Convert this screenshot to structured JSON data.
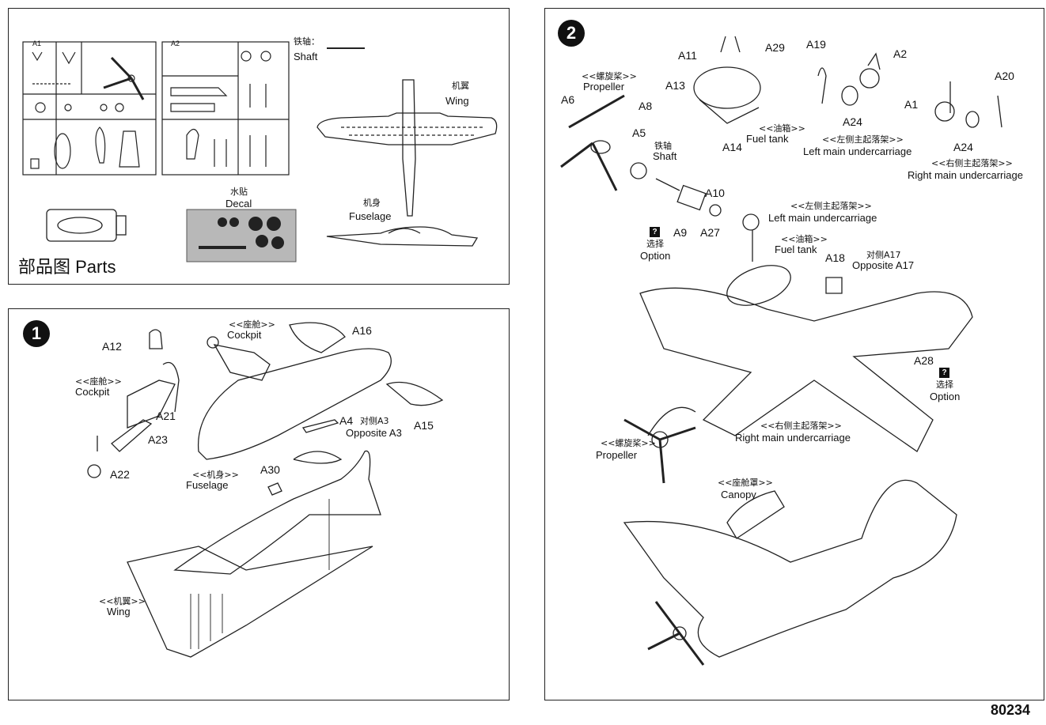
{
  "parts": {
    "title": "部品图 Parts",
    "sprue_a1": "A1",
    "sprue_a2": "A2",
    "shaft_cn": "铁轴：",
    "shaft_en": "Shaft",
    "wing_cn": "机翼",
    "wing_en": "Wing",
    "decal_cn": "水贴",
    "decal_en": "Decal",
    "fuselage_cn": "机身",
    "fuselage_en": "Fuselage"
  },
  "step1": {
    "number": "1",
    "a12": "A12",
    "cockpit_cn": "<<座舱>>",
    "cockpit_en": "Cockpit",
    "a21": "A21",
    "a23": "A23",
    "a22": "A22",
    "cockpit2_cn": "<<座舱>>",
    "cockpit2_en": "Cockpit",
    "a16": "A16",
    "a4": "A4",
    "opposite_cn": "对侧A3",
    "opposite_en": "Opposite A3",
    "a15": "A15",
    "fuselage_cn": "<<机身>>",
    "fuselage_en": "Fuselage",
    "a30": "A30",
    "wing_cn": "<<机翼>>",
    "wing_en": "Wing"
  },
  "step2": {
    "number": "2",
    "a11": "A11",
    "a29": "A29",
    "a13": "A13",
    "a14": "A14",
    "fueltank_cn": "<<油箱>>",
    "fueltank_en": "Fuel tank",
    "a19": "A19",
    "a2": "A2",
    "a24_left": "A24",
    "left_uc_cn": "<<左侧主起落架>>",
    "left_uc_en": "Left main undercarriage",
    "a20": "A20",
    "a1": "A1",
    "a24_right": "A24",
    "right_uc_cn": "<<右侧主起落架>>",
    "right_uc_en": "Right main undercarriage",
    "propeller_cn": "<<螺旋桨>>",
    "propeller_en": "Propeller",
    "a6": "A6",
    "a8": "A8",
    "a5": "A5",
    "shaft_cn": "铁轴",
    "shaft_en": "Shaft",
    "a10": "A10",
    "a9": "A9",
    "left_uc2_cn": "<<左侧主起落架>>",
    "left_uc2_en": "Left main undercarriage",
    "option_cn": "选择",
    "option_en": "Option",
    "a27": "A27",
    "fueltank2_cn": "<<油箱>>",
    "fueltank2_en": "Fuel tank",
    "a18": "A18",
    "opposite_cn": "对侧A17",
    "opposite_en": "Opposite A17",
    "a28": "A28",
    "option2_cn": "选择",
    "option2_en": "Option",
    "right_uc2_cn": "<<右侧主起落架>>",
    "right_uc2_en": "Right main undercarriage",
    "propeller2_cn": "<<螺旋桨>>",
    "propeller2_en": "Propeller",
    "canopy_cn": "<<座舱罩>>",
    "canopy_en": "Canopy",
    "qmark": "?"
  },
  "page_number": "80234"
}
